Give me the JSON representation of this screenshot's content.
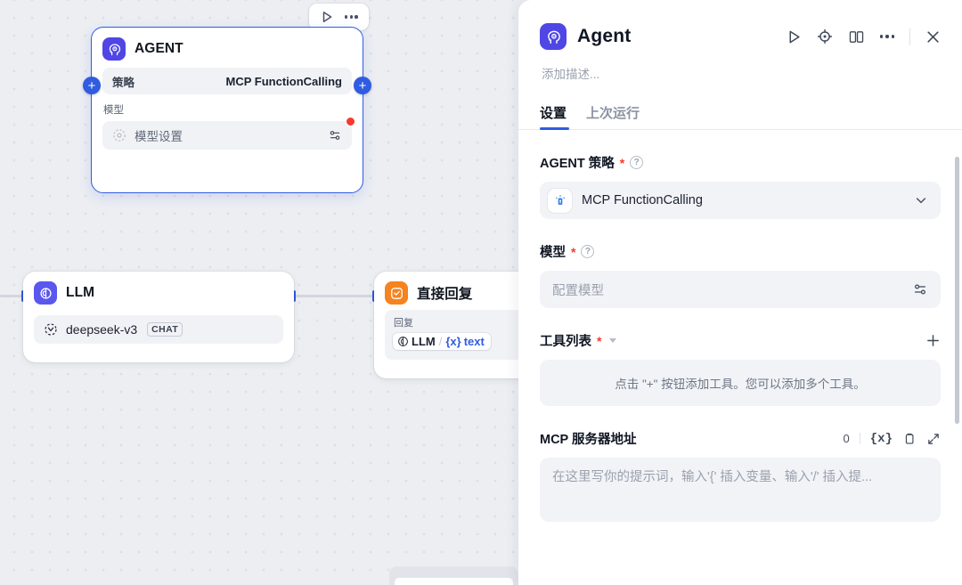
{
  "canvas": {
    "toolbar": {
      "run_icon": "play-icon",
      "more_icon": "more-horizontal-icon"
    },
    "nodes": [
      {
        "id": "agent",
        "title": "AGENT",
        "icon": "agent-head-gear-icon",
        "selected": true,
        "strategy_label": "策略",
        "strategy_value": "MCP FunctionCalling",
        "model_label": "模型",
        "model_placeholder": "模型设置",
        "has_error_badge": true,
        "add_left": "+",
        "add_right": "+"
      },
      {
        "id": "llm",
        "title": "LLM",
        "icon": "llm-icon",
        "model_name": "deepseek-v3",
        "model_tag": "CHAT"
      },
      {
        "id": "direct-reply",
        "title": "直接回复",
        "icon": "reply-check-icon",
        "reply_label": "回复",
        "variable_source": "LLM",
        "variable_brace": "{x}",
        "variable_name": "text"
      }
    ]
  },
  "panel": {
    "icon": "agent-head-gear-icon",
    "title": "Agent",
    "description_placeholder": "添加描述...",
    "actions": [
      {
        "name": "run-icon",
        "glyph": "play"
      },
      {
        "name": "locate-icon",
        "glyph": "target"
      },
      {
        "name": "docs-icon",
        "glyph": "book"
      },
      {
        "name": "more-icon",
        "glyph": "ellipsis"
      },
      {
        "name": "close-icon",
        "glyph": "close"
      }
    ],
    "tabs": [
      {
        "id": "settings",
        "label": "设置",
        "active": true
      },
      {
        "id": "last-run",
        "label": "上次运行",
        "active": false
      }
    ],
    "sections": {
      "agent_strategy": {
        "title": "AGENT 策略",
        "required": "*",
        "help": "?",
        "value": "MCP FunctionCalling",
        "value_icon": "mcp-icon",
        "caret": "chevron-down-icon"
      },
      "model": {
        "title": "模型",
        "required": "*",
        "help": "?",
        "placeholder": "配置模型",
        "settings_icon": "sliders-icon"
      },
      "tool_list": {
        "title": "工具列表",
        "required": "*",
        "caret": "caret-down-icon",
        "add_label": "+",
        "empty_text": "点击 \"+\" 按钮添加工具。您可以添加多个工具。"
      },
      "mcp_server": {
        "title": "MCP 服务器地址",
        "count": "0",
        "var_icon": "{x}",
        "copy_icon": "clipboard-icon",
        "expand_icon": "expand-icon",
        "placeholder": "在这里写你的提示词，输入'{' 插入变量、输入'/' 插入提..."
      }
    }
  },
  "colors": {
    "accent_blue": "#2f5ce0",
    "indigo": "#4f46e5",
    "orange": "#f5831f",
    "error_red": "#f5392f",
    "canvas_bg": "#eceef2"
  }
}
